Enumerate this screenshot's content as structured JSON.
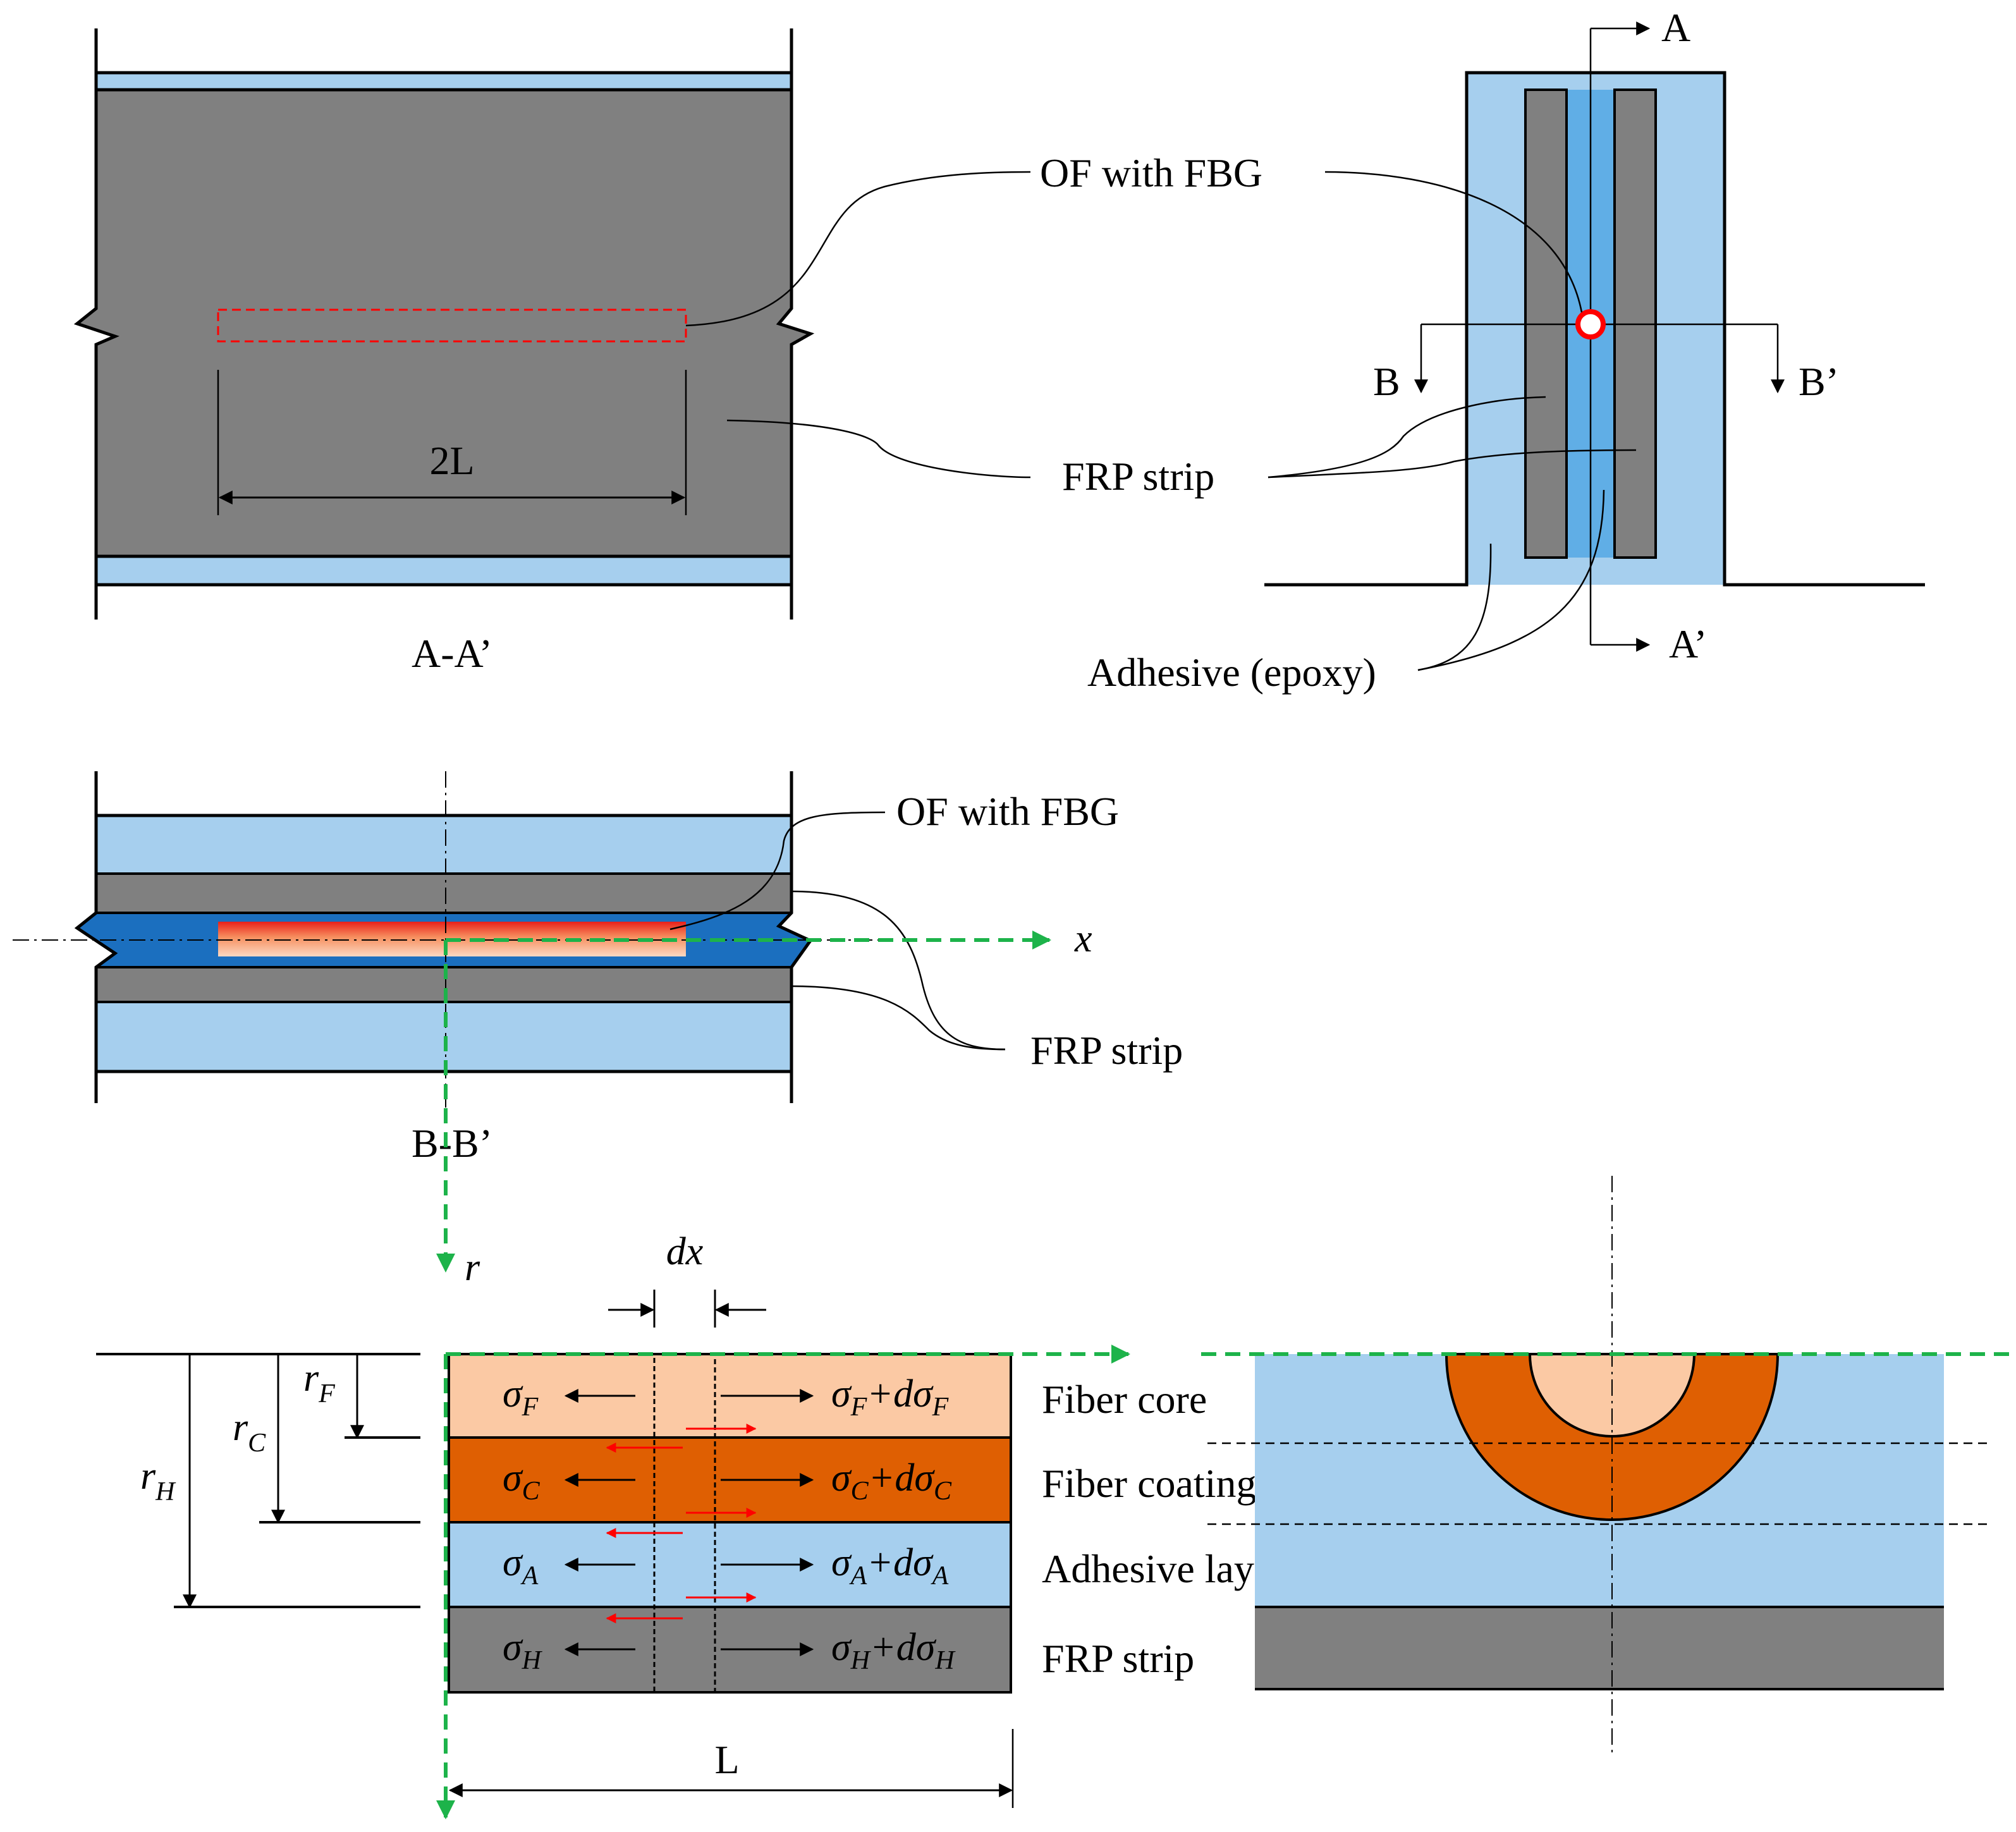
{
  "colors": {
    "adhesive": "#a6cfee",
    "frp": "#808080",
    "fiber_core": "#fbc9a4",
    "fiber_coating": "#df5f02",
    "fiber_dark": "#1b6fbf",
    "fiber_channel": "#60aee6",
    "axis_green": "#1db34a",
    "shear_red": "#ff0000",
    "fbg_outline": "#ff0000"
  },
  "section_aa": {
    "caption": "A-A’",
    "span_label": "2L",
    "callout_fiber": "OF with FBG",
    "callout_frp": "FRP strip"
  },
  "cross_section": {
    "cut_a": "A",
    "cut_a_prime": "A’",
    "cut_b": "B",
    "cut_b_prime": "B’",
    "callout_adhesive": "Adhesive (epoxy)"
  },
  "section_bb": {
    "caption": "B-B’",
    "callout_fiber": "OF with FBG",
    "callout_frp": "FRP strip",
    "axis_x": "x",
    "axis_r": "r"
  },
  "element_model": {
    "dx_label": "dx",
    "length_label": "L",
    "radii": [
      {
        "sym": "r",
        "sub": "F"
      },
      {
        "sym": "r",
        "sub": "C"
      },
      {
        "sym": "r",
        "sub": "H"
      }
    ],
    "layers": [
      {
        "name": "Fiber core",
        "left_sym": "σ",
        "sub": "F",
        "right_sym": "σ",
        "right_mid": "+dσ"
      },
      {
        "name": "Fiber coating",
        "left_sym": "σ",
        "sub": "C",
        "right_sym": "σ",
        "right_mid": "+dσ"
      },
      {
        "name": "Adhesive layer (epoxy)",
        "left_sym": "σ",
        "sub": "A",
        "right_sym": "σ",
        "right_mid": "+dσ"
      },
      {
        "name": "FRP strip",
        "left_sym": "σ",
        "sub": "H",
        "right_sym": "σ",
        "right_mid": "+dσ"
      }
    ]
  }
}
